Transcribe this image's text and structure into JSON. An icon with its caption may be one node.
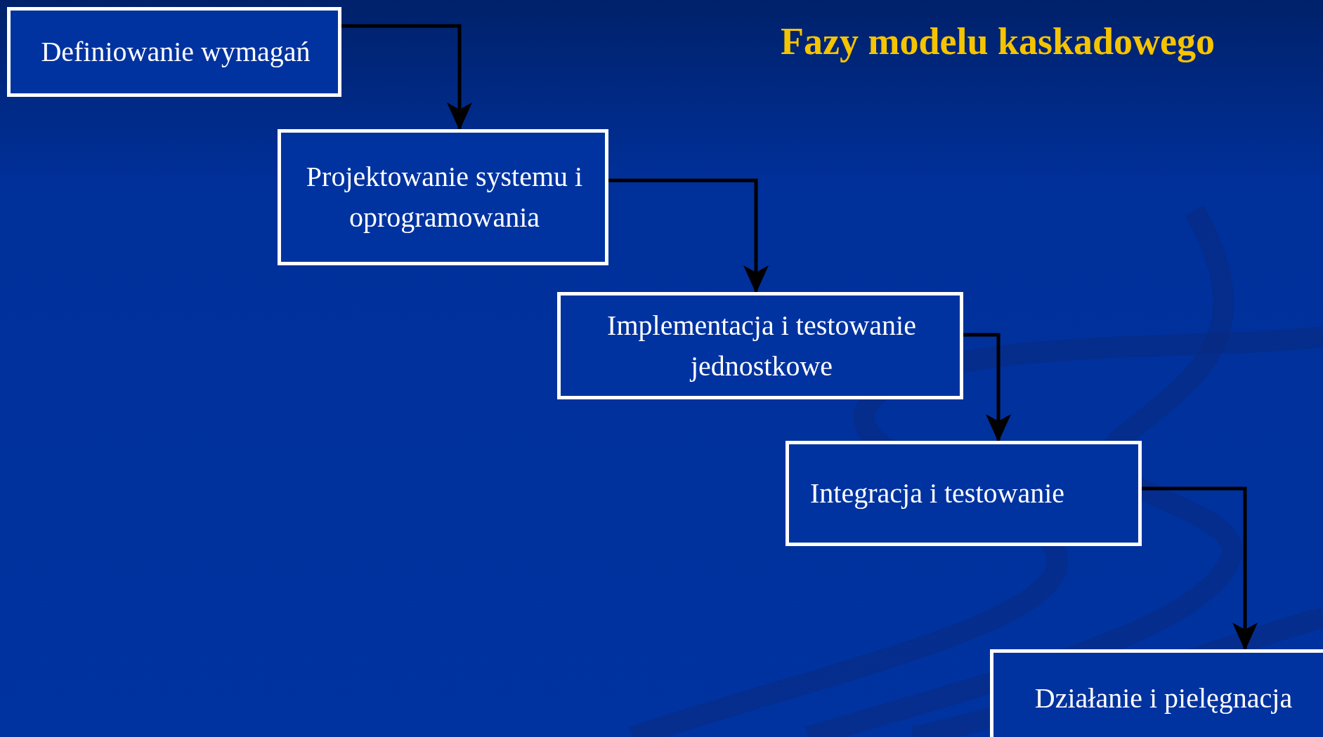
{
  "diagram": {
    "title": "Fazy modelu kaskadowego",
    "nodes": [
      {
        "text": [
          "Definiowanie wymagań"
        ]
      },
      {
        "text": [
          "Projektowanie systemu i oprogramowania"
        ]
      },
      {
        "text": [
          "Implementacja i testowanie jednostkowe"
        ]
      },
      {
        "text": [
          "Integracja i testowanie"
        ]
      },
      {
        "text": [
          "Działanie i pielęgnacja"
        ]
      }
    ],
    "edges": [
      {
        "from": 0,
        "to": 1,
        "arrow": "to"
      },
      {
        "from": 1,
        "to": 2,
        "arrow": "to"
      },
      {
        "from": 2,
        "to": 3,
        "arrow": "to"
      },
      {
        "from": 3,
        "to": 4,
        "arrow": "to"
      }
    ]
  }
}
